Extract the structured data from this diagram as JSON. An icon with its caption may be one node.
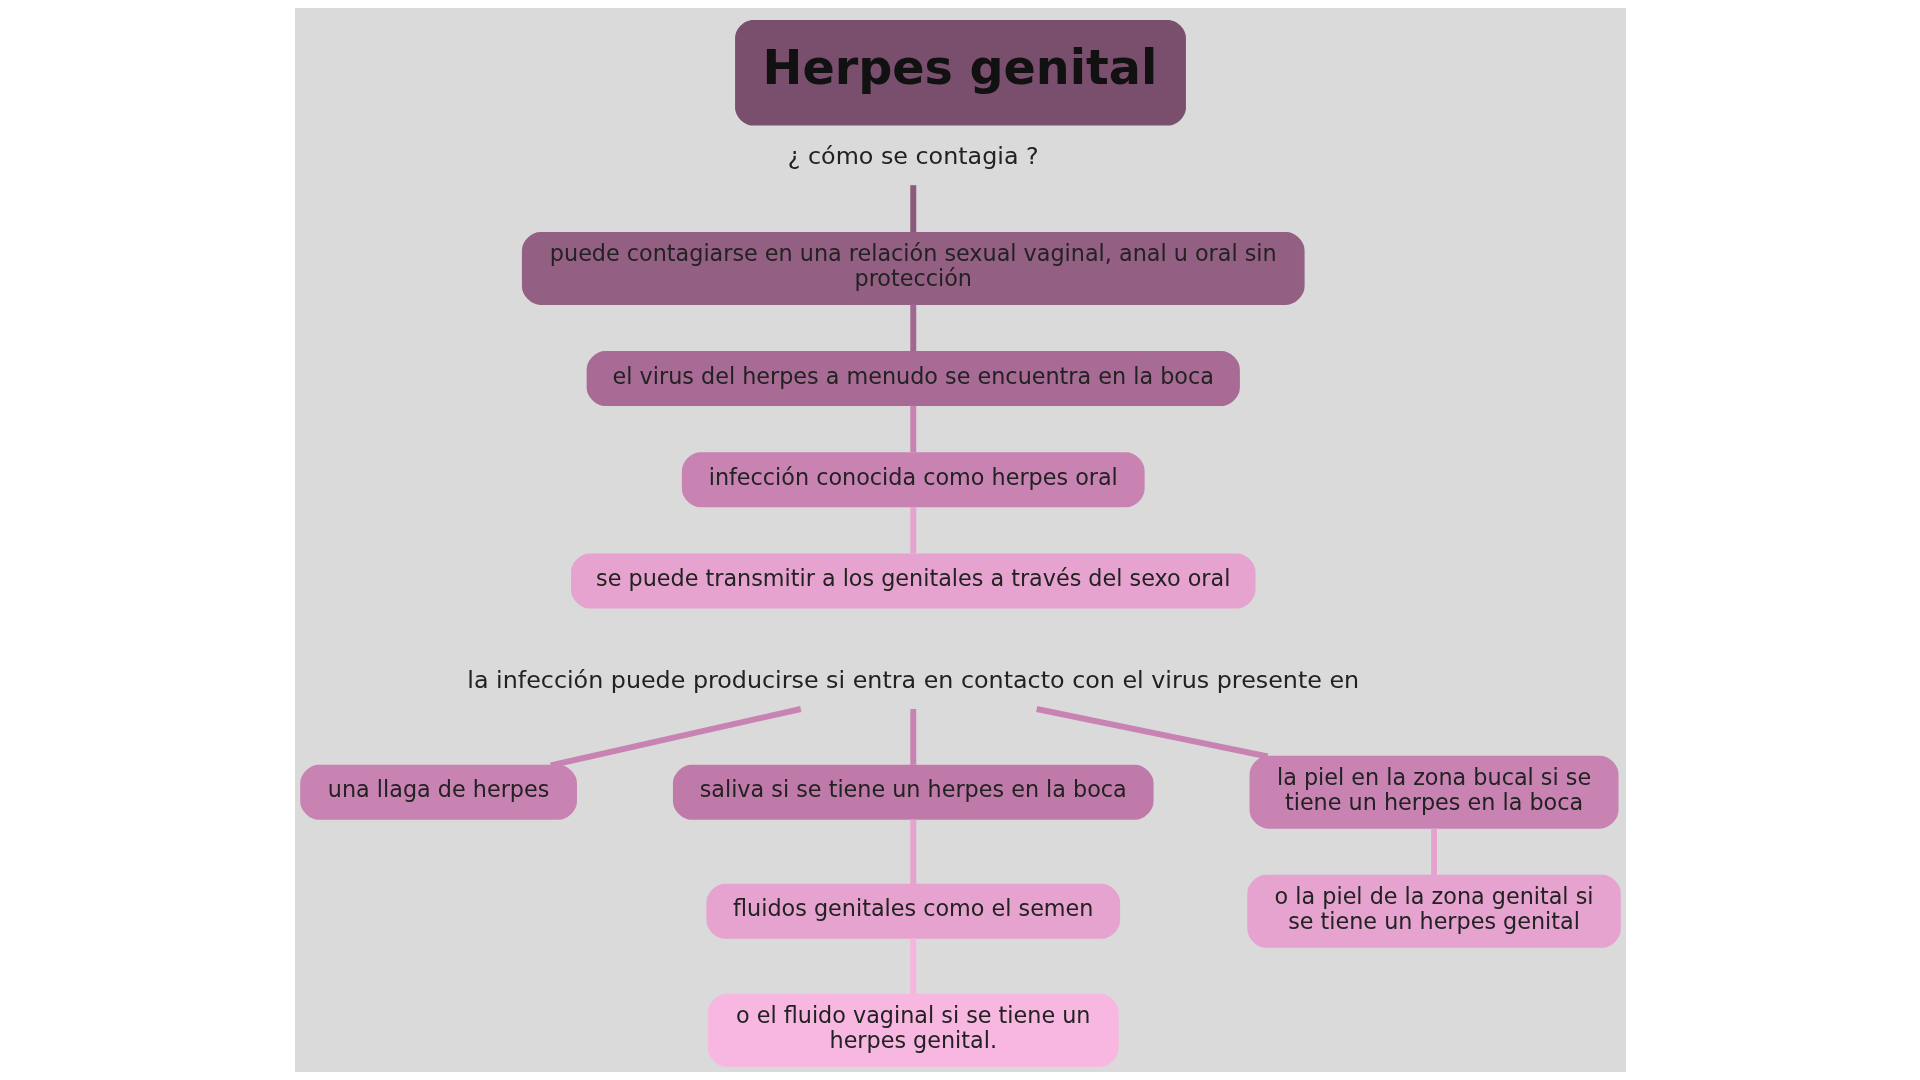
{
  "diagram": {
    "title": "Herpes genital",
    "nodes": [
      {
        "text": [
          "¿ cómo se contagia ?"
        ]
      },
      {
        "text": [
          "puede contagiarse en una relación sexual vaginal, anal u oral sin protección"
        ]
      },
      {
        "text": [
          "el virus del herpes a menudo se encuentra en la boca"
        ]
      },
      {
        "text": [
          "infección conocida como herpes oral"
        ]
      },
      {
        "text": [
          "se puede transmitir a los genitales a través del sexo oral"
        ]
      },
      {
        "text": [
          "la infección puede producirse si entra en contacto con el virus presente en"
        ]
      },
      {
        "text": [
          "una llaga de herpes"
        ]
      },
      {
        "text": [
          "saliva si se tiene un herpes en la boca"
        ]
      },
      {
        "text": [
          "fluidos genitales como el semen"
        ]
      },
      {
        "text": [
          "o el fluido vaginal si se tiene un herpes genital."
        ]
      },
      {
        "text": [
          "la piel en la zona bucal si se tiene un herpes en la boca"
        ]
      },
      {
        "text": [
          "o la piel de la zona genital si se tiene un herpes genital"
        ]
      }
    ],
    "edges": [
      {
        "from": 0,
        "to": 1,
        "arrow": "none",
        "color": "#8a5a7c"
      },
      {
        "from": 1,
        "to": 2,
        "arrow": "none",
        "color": "#a06890"
      },
      {
        "from": 2,
        "to": 3,
        "arrow": "none"
      },
      {
        "from": 3,
        "to": 4,
        "arrow": "none",
        "color": "#e6a3cf"
      },
      {
        "from": 5,
        "to": 6,
        "arrow": "none"
      },
      {
        "from": 5,
        "to": 7,
        "arrow": "none"
      },
      {
        "from": 7,
        "to": 8,
        "arrow": "none",
        "color": "#e6a3cf"
      },
      {
        "from": 8,
        "to": 9,
        "arrow": "none",
        "color": "#f5b5de"
      },
      {
        "from": 5,
        "to": 10,
        "arrow": "none"
      },
      {
        "from": 10,
        "to": 11,
        "arrow": "none",
        "color": "#e6a3cf"
      }
    ]
  }
}
